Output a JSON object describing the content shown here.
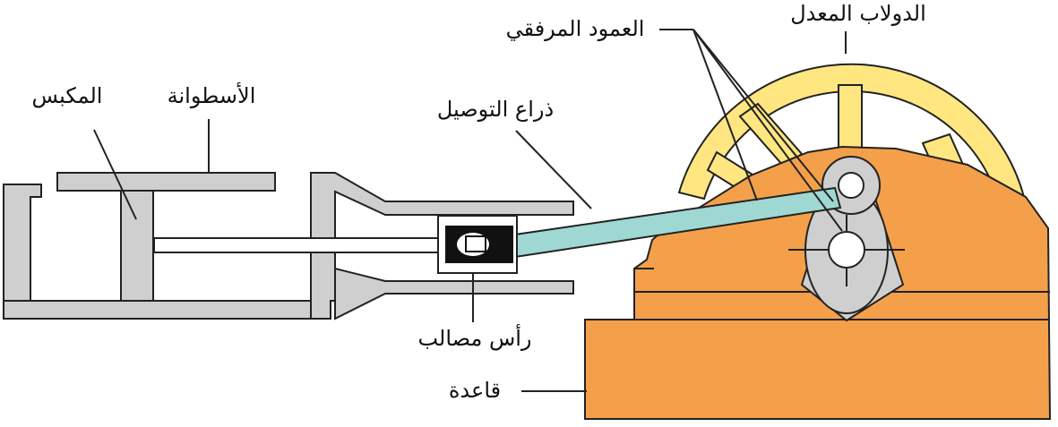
{
  "labels": {
    "flywheel": "الدولاب المعدل",
    "crankshaft": "العمود المرفقي",
    "connecting_rod": "ذراع التوصيل",
    "cylinder": "الأسطوانة",
    "piston": "المكبس",
    "crosshead": "رأس مصالب",
    "base": "قاعدة"
  },
  "colors": {
    "steel": "#cfcfcf",
    "base": "#f4a04a",
    "flywheel": "#ffe680",
    "rod": "#9fd8d2",
    "outline": "#222222"
  }
}
